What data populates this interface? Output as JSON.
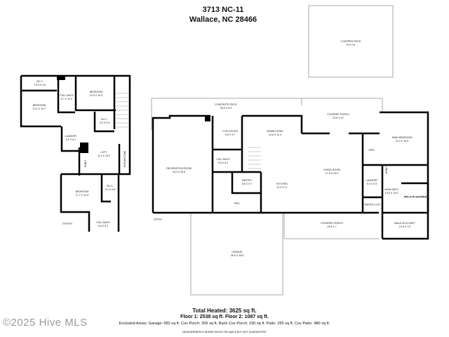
{
  "header": {
    "address": "3713 NC-11",
    "city": "Wallace, NC 28466"
  },
  "floor2": {
    "label": "2nd floor",
    "rooms": [
      {
        "name": "W.I.C.",
        "dims": "10.9 X 4.6"
      },
      {
        "name": "BEDROOM",
        "dims": "13.1 X 10.7"
      },
      {
        "name": "FULL BATH",
        "dims": "5.7 X 10.2"
      },
      {
        "name": "BEDROOM",
        "dims": "10.9 X 10.9"
      },
      {
        "name": "W.I.C.",
        "dims": "5.3 X 5.5"
      },
      {
        "name": "LAUNDRY",
        "dims": "5.2 X 6.7"
      },
      {
        "name": "LOFT",
        "dims": "11.9 X 13.2"
      },
      {
        "name": "LINEN",
        "dims": ""
      },
      {
        "name": "MECHANICAL",
        "dims": ""
      },
      {
        "name": "BEDROOM",
        "dims": "17.7 X 10.9"
      },
      {
        "name": "W.I.C.",
        "dims": "5.4 X 6.8"
      },
      {
        "name": "FULL BATH",
        "dims": "9.6 X 6.1"
      }
    ]
  },
  "floor1": {
    "label": "1st floor",
    "rooms": [
      {
        "name": "COVERED PATIO",
        "dims": "20 X 24"
      },
      {
        "name": "CONCRETE PATIO",
        "dims": "45.9 X 5.3"
      },
      {
        "name": "RECREATION ROOM",
        "dims": "18.4 X 28.5"
      },
      {
        "name": "FLEX ROOM",
        "dims": "9.6 X 9.7"
      },
      {
        "name": "DINING AREA",
        "dims": "16.8 X 11.4"
      },
      {
        "name": "FULL BATH",
        "dims": "9.6 X 6.2"
      },
      {
        "name": "PANTRY",
        "dims": "8.6 X 5.7"
      },
      {
        "name": "KITCHEN",
        "dims": "12.3 X 17"
      },
      {
        "name": "HALL",
        "dims": ""
      },
      {
        "name": "COVERED PORCH",
        "dims": "23.8 X 10"
      },
      {
        "name": "MAIN BEDROOM",
        "dims": "14.3 X 15.9"
      },
      {
        "name": "HALL",
        "dims": ""
      },
      {
        "name": "LIVING ROOM",
        "dims": "17.5 X 23.9"
      },
      {
        "name": "LAUNDRY",
        "dims": "5.4 X 9.5"
      },
      {
        "name": "LINEN",
        "dims": ""
      },
      {
        "name": "MAIN BATH",
        "dims": "15.5 X 13.5"
      },
      {
        "name": "WALK-IN SHOWER",
        "dims": ""
      },
      {
        "name": "WATER CLST",
        "dims": ""
      },
      {
        "name": "COVERED PORCH",
        "dims": "29.6 X 7"
      },
      {
        "name": "WALK IN CLOSET",
        "dims": "13.9 X 7.5"
      },
      {
        "name": "GARAGE",
        "dims": "26.5 X 25.6"
      }
    ]
  },
  "footer": {
    "total": "Total Heated: 3625 sq ft.",
    "floors": "Floor 1: 2538 sq ft. Floor 2: 1087 sq ft.",
    "excluded": "Excluded Areas: Garage: 682 sq ft. Cov Porch: 206 sq ft. Back Cov Porch: 230 sq ft. Patio: 265 sq ft. Cov Patio: 480 sq ft.",
    "disclaimer": "MEASUREMENTS DEEMD HIGHLY RELIABLE BUT NOT GUARANTEED"
  },
  "watermark": "©2025 Hive MLS"
}
